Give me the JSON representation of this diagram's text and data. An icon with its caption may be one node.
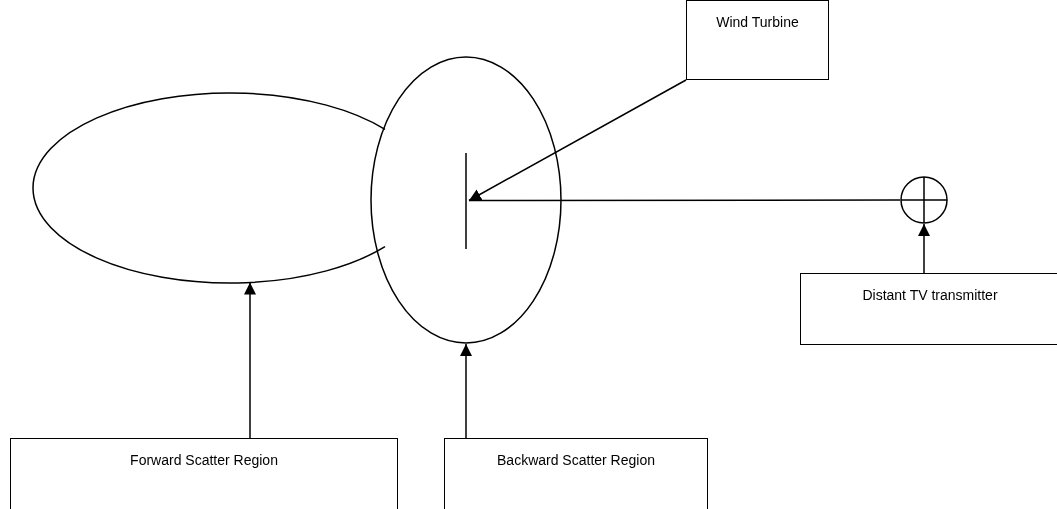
{
  "diagram": {
    "nodes": [
      {
        "text": [
          "Wind Turbine"
        ]
      },
      {
        "text": [],
        "shape": "ellipse"
      },
      {
        "text": [],
        "shape": "ellipse"
      },
      {
        "text": [],
        "shape": "bar",
        "in": 2
      },
      {
        "text": [],
        "shape": "circle"
      },
      {
        "text": [
          "Distant TV transmitter"
        ]
      },
      {
        "text": [
          "Forward Scatter Region"
        ]
      },
      {
        "text": [
          "Backward Scatter Region"
        ]
      }
    ],
    "edges": [
      {
        "from": 0,
        "to": 3,
        "arrow": "to"
      },
      {
        "from": 4,
        "to": 3,
        "arrow": "none"
      },
      {
        "from": 5,
        "to": 4,
        "arrow": "to"
      },
      {
        "from": 6,
        "to": 1,
        "arrow": "to"
      },
      {
        "from": 7,
        "to": 2,
        "arrow": "to"
      }
    ]
  }
}
